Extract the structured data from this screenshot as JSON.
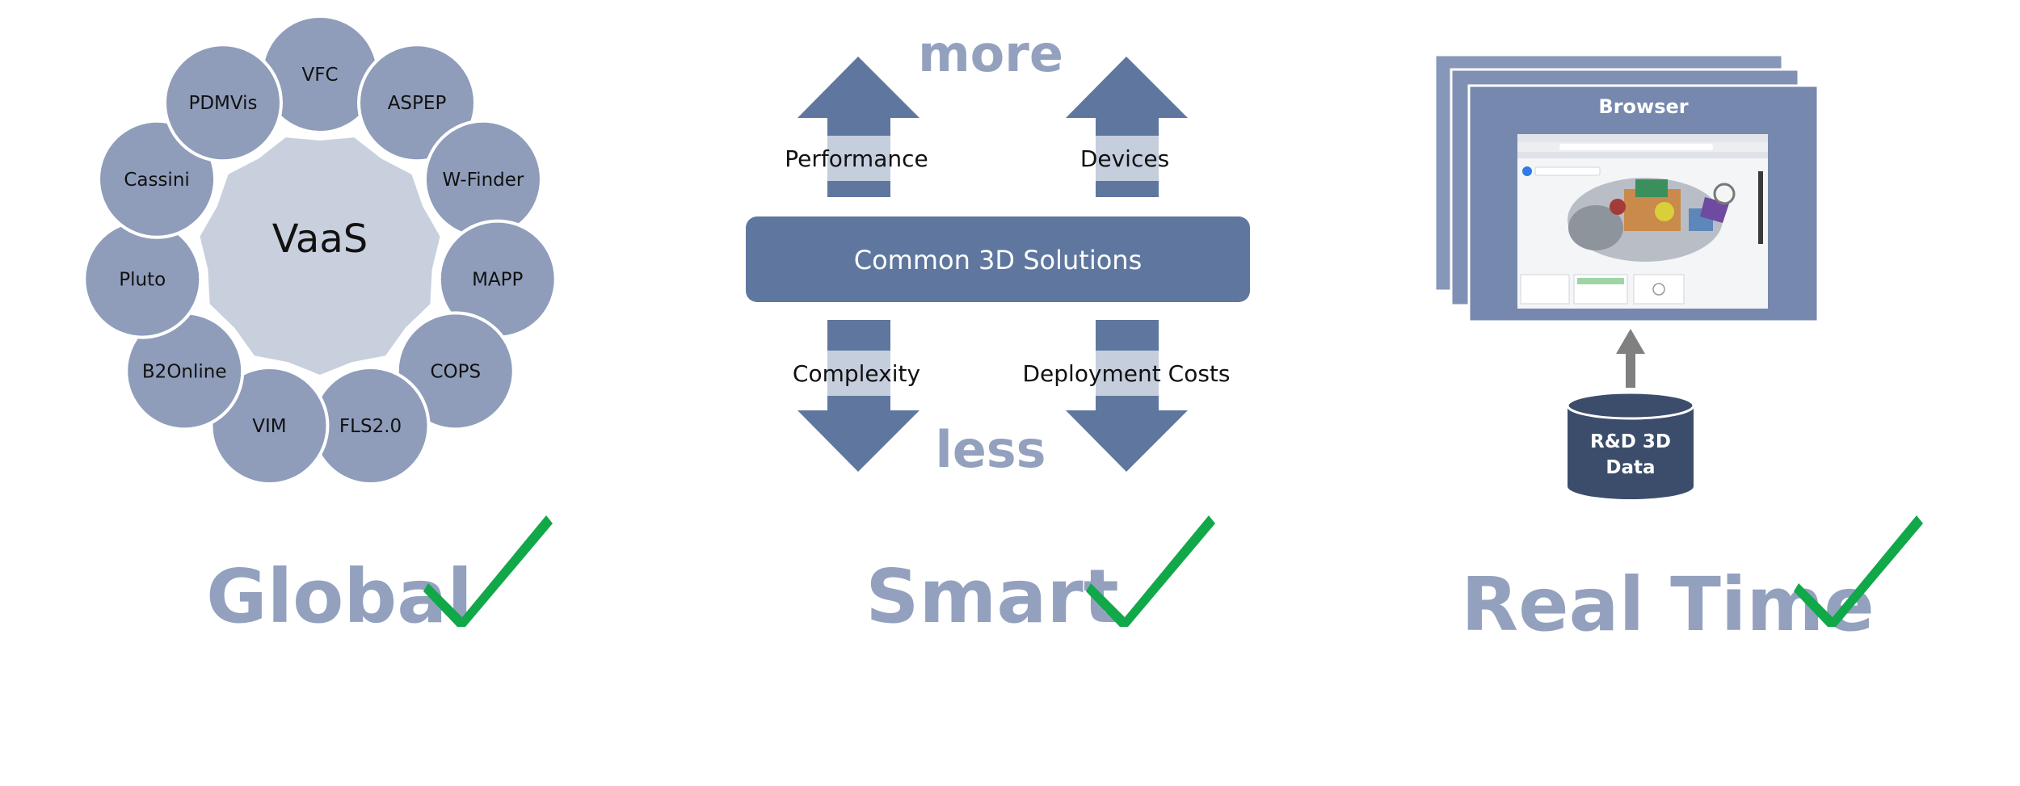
{
  "global": {
    "center": "VaaS",
    "satellites": [
      "VFC",
      "ASPEP",
      "W-Finder",
      "MAPP",
      "COPS",
      "FLS2.0",
      "VIM",
      "B2Online",
      "Pluto",
      "Cassini",
      "PDMVis"
    ],
    "caption": "Global"
  },
  "smart": {
    "more": "more",
    "less": "less",
    "up_left": "Performance",
    "up_right": "Devices",
    "bar": "Common 3D Solutions",
    "down_left": "Complexity",
    "down_right": "Deployment Costs",
    "caption": "Smart"
  },
  "realtime": {
    "browser_title": "Browser",
    "db_line1": "R&D 3D",
    "db_line2": "Data",
    "caption": "Real Time"
  },
  "colors": {
    "satellite": "#8f9dbb",
    "center": "#c8cfdd",
    "arrow": "#5f779e",
    "arrow_band": "#c5cedd",
    "caption": "#93a1be",
    "check": "#11a84a",
    "db": "#3c4d6b",
    "browser": "#7688ae",
    "browser_back": "#8797ba",
    "gray_arrow": "#808080"
  }
}
